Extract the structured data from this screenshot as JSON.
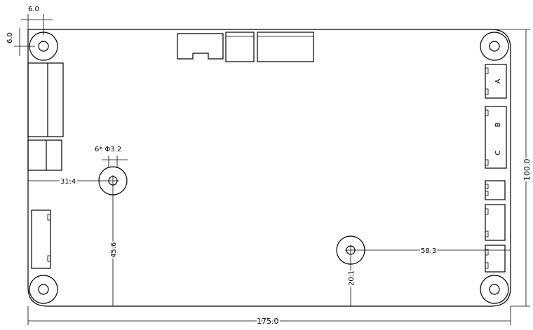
{
  "drawing": {
    "dimensions": {
      "hole_offset_x": "6.0",
      "hole_offset_y": "6.0",
      "hole_spec": "6* Φ3.2",
      "hole1_x": "31.4",
      "hole1_y": "45.6",
      "hole2_x": "58.3",
      "hole2_y": "20.1",
      "board_height": "100.0",
      "board_width": "175.0"
    },
    "connectors": {
      "right_a": "A",
      "right_b": "B",
      "right_c": "C"
    }
  }
}
